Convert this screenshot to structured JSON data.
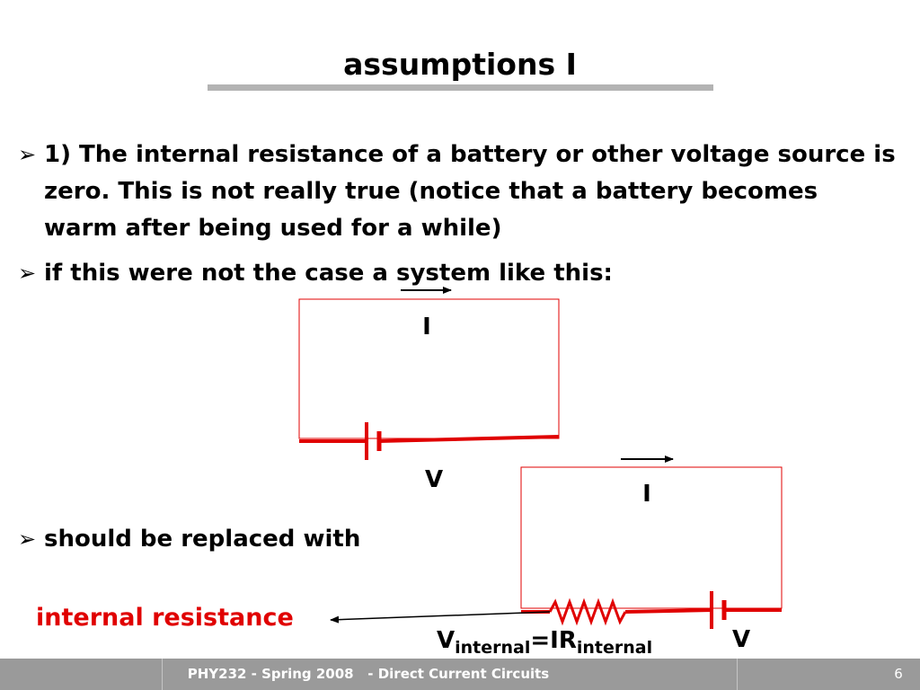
{
  "slide": {
    "title": "assumptions I"
  },
  "bullets": [
    {
      "marker": "➢",
      "text": "1) The internal resistance of a battery or other voltage source is zero. This is not really true (notice that a battery becomes warm after being used for a while)"
    },
    {
      "marker": "➢",
      "text": "if this were not the case a system like this:"
    },
    {
      "marker": "➢",
      "text": "should be replaced with"
    }
  ],
  "circuit1": {
    "current_label": "I",
    "voltage_label": "V"
  },
  "circuit2": {
    "current_label": "I",
    "voltage_label": "V",
    "annotation": "internal resistance",
    "formula": {
      "lhs": "V",
      "lhs_sub": "internal",
      "eq": "=IR",
      "rhs_sub": "internal"
    }
  },
  "colors": {
    "wire": "#e00000",
    "annotation": "#e00000",
    "title_rule": "#b3b3b3",
    "footer_bg": "#9a9a9a"
  },
  "footer": {
    "text": "PHY232 - Spring 2008   - Direct Current Circuits",
    "page": "6"
  }
}
